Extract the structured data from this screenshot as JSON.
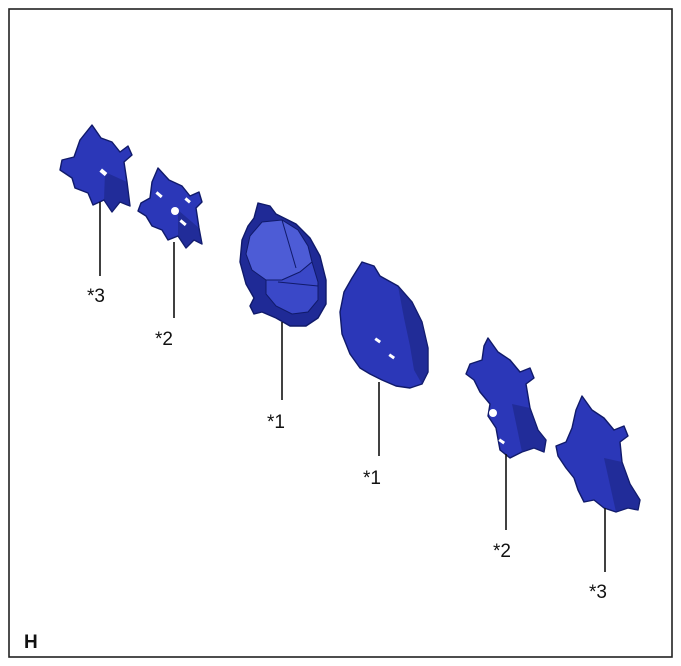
{
  "diagram": {
    "frame_label": "H",
    "colors": {
      "part_fill": "#2b37b8",
      "part_dark": "#1a2480",
      "part_light": "#4d5cd6",
      "outline": "#101a6a",
      "leader": "#111111",
      "frame": "#222222"
    },
    "callouts": [
      {
        "id": "shim-outer-left",
        "label": "*3"
      },
      {
        "id": "shim-inner-left",
        "label": "*2"
      },
      {
        "id": "pad-left",
        "label": "*1"
      },
      {
        "id": "pad-right",
        "label": "*1"
      },
      {
        "id": "shim-inner-right",
        "label": "*2"
      },
      {
        "id": "shim-outer-right",
        "label": "*3"
      }
    ]
  }
}
